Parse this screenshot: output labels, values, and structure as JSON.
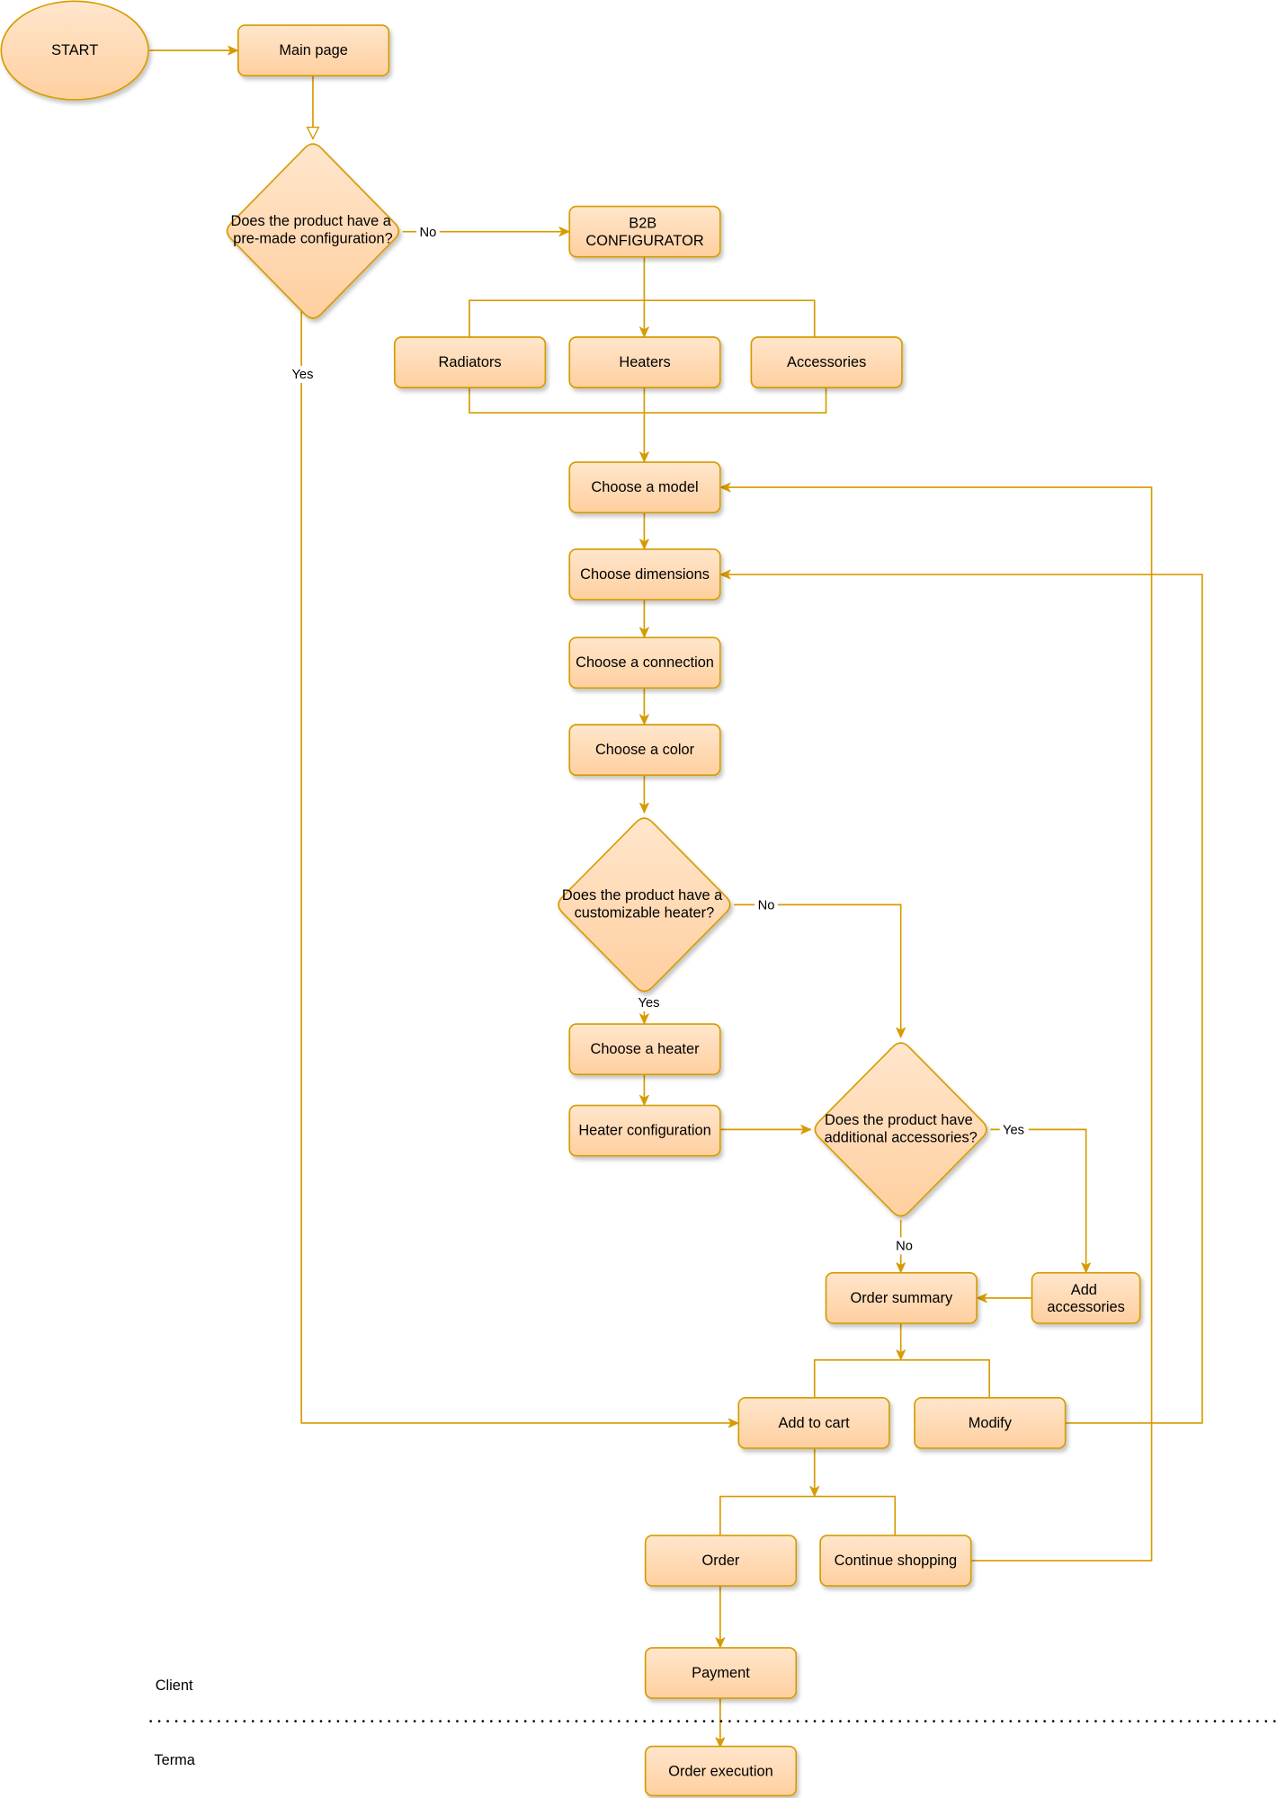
{
  "diagram": {
    "nodes": {
      "start": "START",
      "main_page": "Main page",
      "decision_premade": [
        "Does the product have a",
        "pre-made configuration?"
      ],
      "b2b_configurator": [
        "B2B",
        "CONFIGURATOR"
      ],
      "radiators": "Radiators",
      "heaters": "Heaters",
      "accessories": "Accessories",
      "choose_model": "Choose a model",
      "choose_dimensions": "Choose dimensions",
      "choose_connection": "Choose a connection",
      "choose_color": "Choose a color",
      "decision_heater": [
        "Does the product have a",
        "customizable heater?"
      ],
      "choose_heater": "Choose a heater",
      "heater_configuration": "Heater configuration",
      "decision_accessories": [
        "Does the product have",
        "additional accessories?"
      ],
      "order_summary": "Order summary",
      "add_accessories": [
        "Add",
        "accessories"
      ],
      "add_to_cart": "Add to cart",
      "modify": "Modify",
      "order": "Order",
      "continue_shopping": "Continue shopping",
      "payment": "Payment",
      "order_execution": "Order execution"
    },
    "edge_labels": {
      "premade_no": "No",
      "premade_yes": "Yes",
      "heater_no": "No",
      "heater_yes": "Yes",
      "accessories_yes": "Yes",
      "accessories_no": "No"
    },
    "lanes": {
      "client": "Client",
      "terma": "Terma"
    }
  },
  "colors": {
    "stroke": "#d79b00",
    "fill_top": "#ffe6cc",
    "fill_bottom": "#ffcf9f",
    "lane_divider": "#000000"
  }
}
